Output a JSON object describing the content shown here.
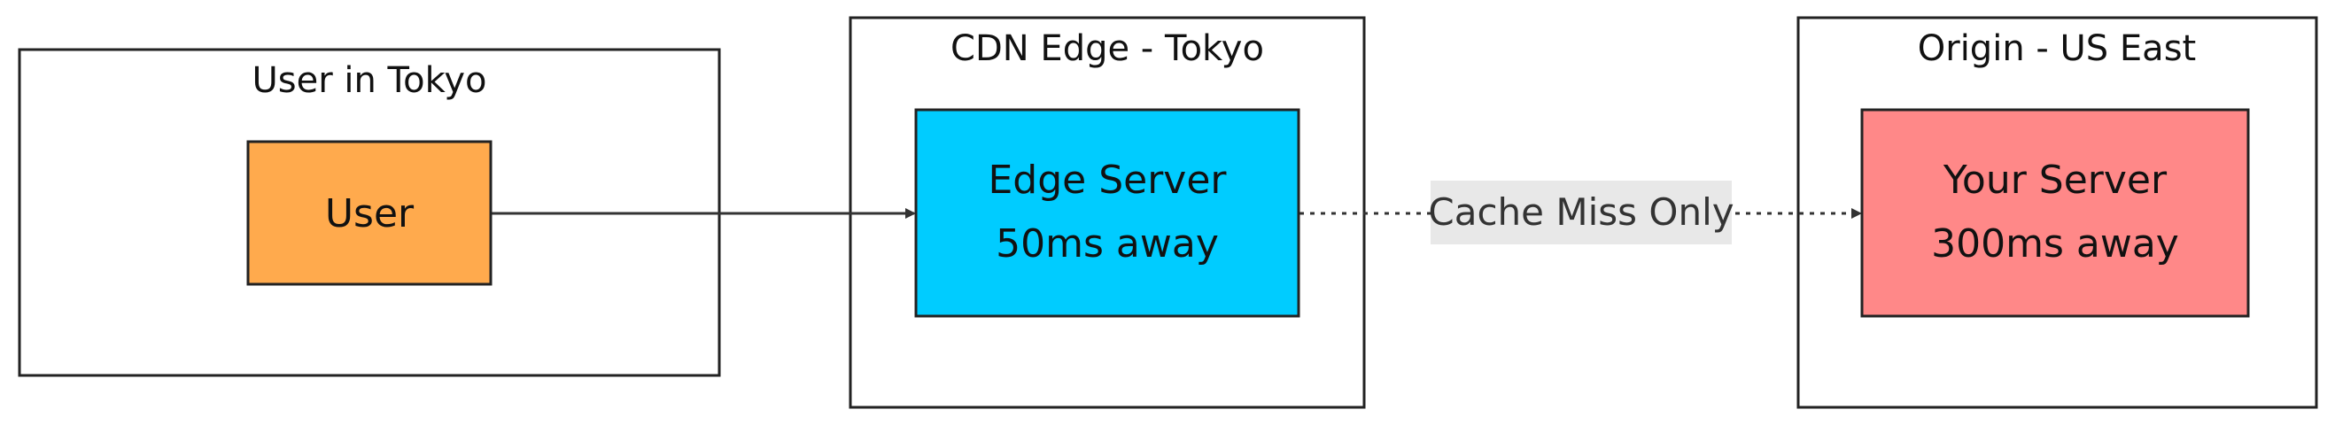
{
  "groups": {
    "user": {
      "title": "User in Tokyo"
    },
    "cdn": {
      "title": "CDN Edge - Tokyo"
    },
    "origin": {
      "title": "Origin - US East"
    }
  },
  "nodes": {
    "user": {
      "line1": "User",
      "fill": "#FFAA4D"
    },
    "edge": {
      "line1": "Edge Server",
      "line2": "50ms away",
      "fill": "#00CCFF"
    },
    "origin": {
      "line1": "Your Server",
      "line2": "300ms away",
      "fill": "#FF8888"
    }
  },
  "edges": {
    "cache_miss": {
      "label": "Cache Miss Only"
    }
  },
  "colors": {
    "stroke": "#222222",
    "text": "#111111",
    "label_bg": "#E8E8E8"
  }
}
